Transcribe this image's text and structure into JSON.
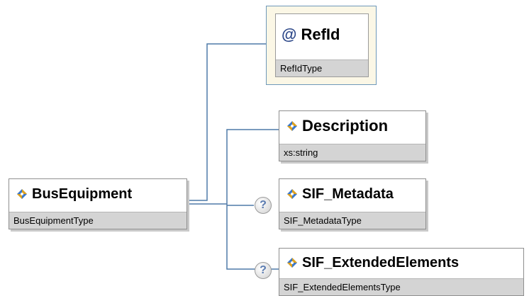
{
  "root": {
    "name": "BusEquipment",
    "type": "BusEquipmentType"
  },
  "attribute": {
    "name": "RefId",
    "type": "RefIdType",
    "icon": "at-sign-icon"
  },
  "children": [
    {
      "name": "Description",
      "type": "xs:string",
      "optional": false
    },
    {
      "name": "SIF_Metadata",
      "type": "SIF_MetadataType",
      "optional": true
    },
    {
      "name": "SIF_ExtendedElements",
      "type": "SIF_ExtendedElementsType",
      "optional": true
    }
  ],
  "colors": {
    "connector": "#4f7aa8",
    "attribute_background": "#fbf7e6",
    "type_bar": "#d4d4d4",
    "icon_blue": "#3b78c9",
    "icon_gold": "#e0a21c"
  },
  "optional_marker": "?"
}
